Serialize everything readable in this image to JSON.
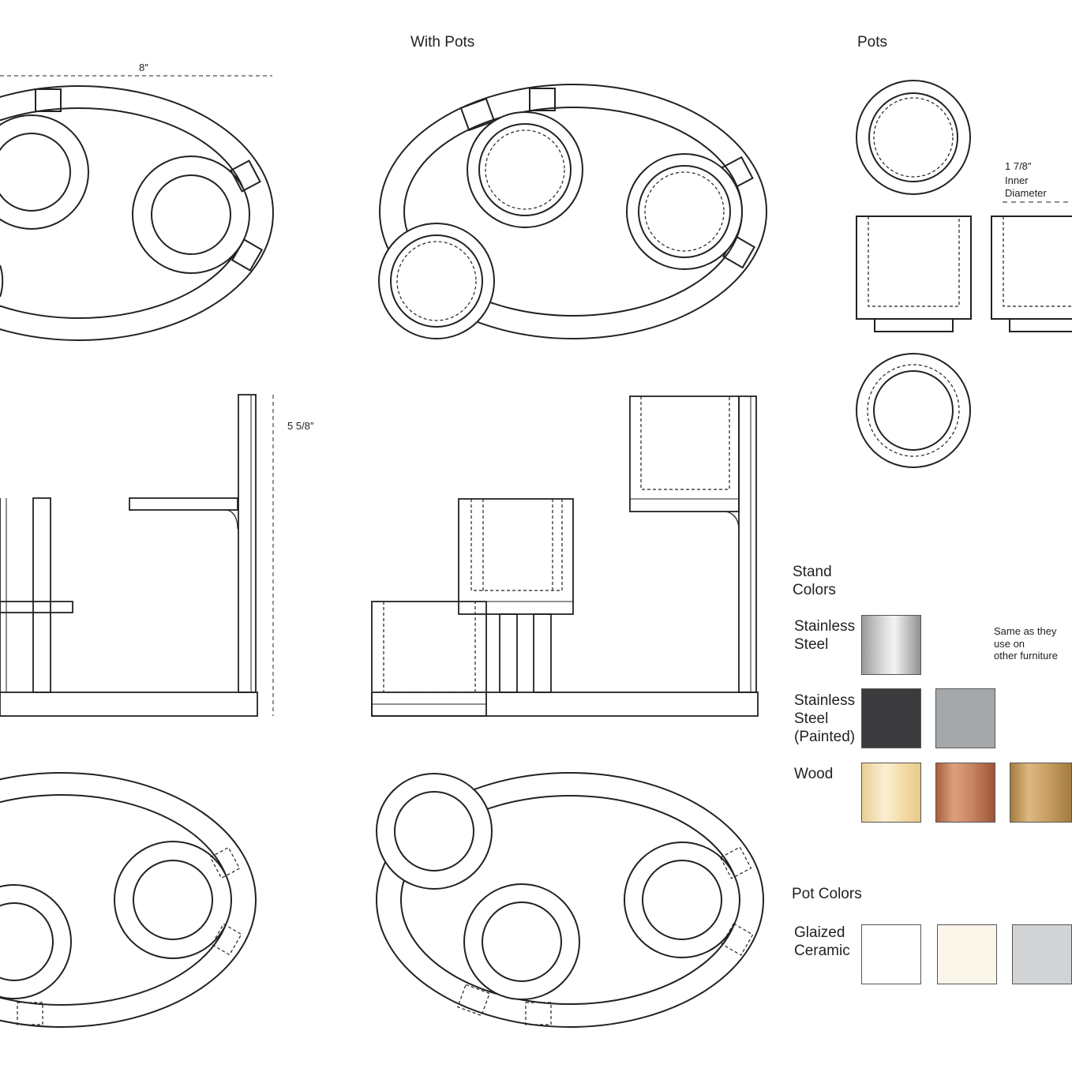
{
  "headings": {
    "with_pots": "With Pots",
    "pots": "Pots"
  },
  "dimensions": {
    "width": "8″",
    "height": "5 5/8″",
    "inner_value": "1 7/8″",
    "inner_label": "Inner Diameter"
  },
  "stand_colors": {
    "title": "Stand\nColors",
    "stainless_label": "Stainless\nSteel",
    "stainless_note": "Same as they use on\nother furniture",
    "painted_label": "Stainless\nSteel\n(Painted)",
    "wood_label": "Wood"
  },
  "pot_colors": {
    "title": "Pot Colors",
    "ceramic_label": "Glaized\nCeramic"
  },
  "colors": {
    "stainless": "#c4c4c4",
    "painted_dark": "#3b3b3d",
    "painted_grey": "#a5a8ab",
    "wood_light": "#f6e3b4",
    "wood_copper": "#c27d5a",
    "wood_gold": "#c49a5e",
    "ceramic_white": "#ffffff",
    "ceramic_cream": "#faf6ea",
    "ceramic_grey": "#d2d3d5",
    "line": "#222222"
  }
}
